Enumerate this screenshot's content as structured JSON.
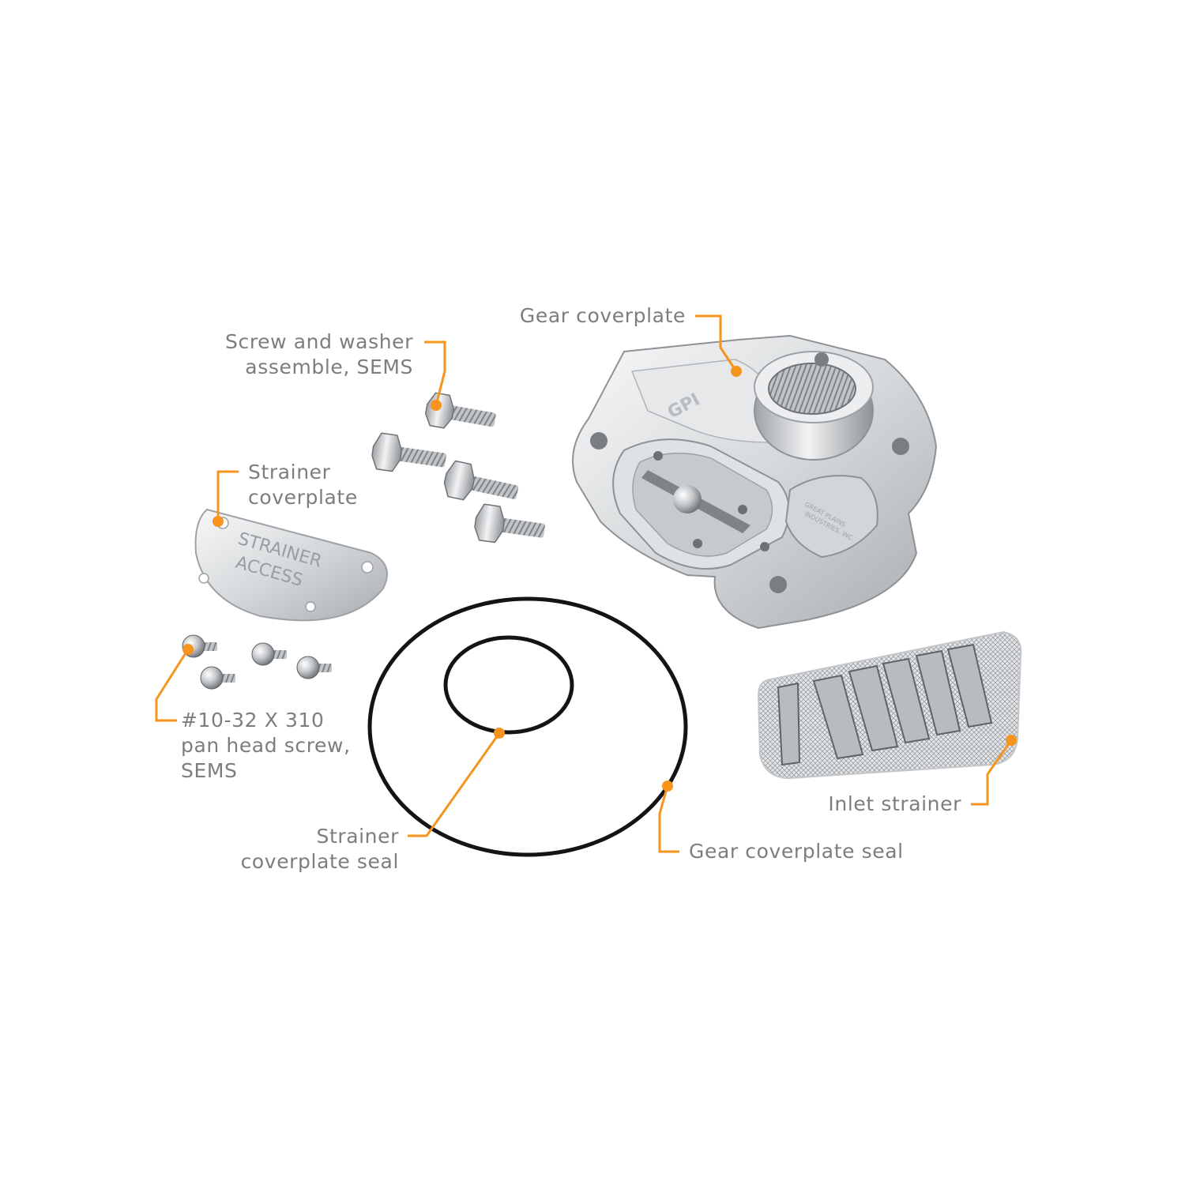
{
  "colors": {
    "callout": "#f7941d",
    "label_text": "#7d7d7d",
    "metal_light": "#eef0f1",
    "metal_mid": "#c9ccce",
    "metal_dark": "#8e9296",
    "seal": "#141414"
  },
  "parts": {
    "gear_coverplate": {
      "label": "Gear coverplate",
      "icon": "gear-coverplate-icon"
    },
    "screw_washer": {
      "label_line1": "Screw and washer",
      "label_line2": "assemble, SEMS",
      "icon": "hex-bolt-icon"
    },
    "strainer_coverplate": {
      "label_line1": "Strainer",
      "label_line2": "coverplate",
      "stamp_line1": "STRAINER",
      "stamp_line2": "ACCESS",
      "icon": "strainer-coverplate-icon"
    },
    "pan_head_screw": {
      "label_line1": "#10-32 X 310",
      "label_line2": "pan head screw,",
      "label_line3": "SEMS",
      "icon": "pan-head-screw-icon"
    },
    "strainer_seal": {
      "label_line1": "Strainer",
      "label_line2": "coverplate seal",
      "icon": "small-o-ring-icon"
    },
    "gear_seal": {
      "label": "Gear coverplate seal",
      "icon": "large-o-ring-icon"
    },
    "inlet_strainer": {
      "label": "Inlet strainer",
      "icon": "mesh-strainer-icon"
    }
  }
}
